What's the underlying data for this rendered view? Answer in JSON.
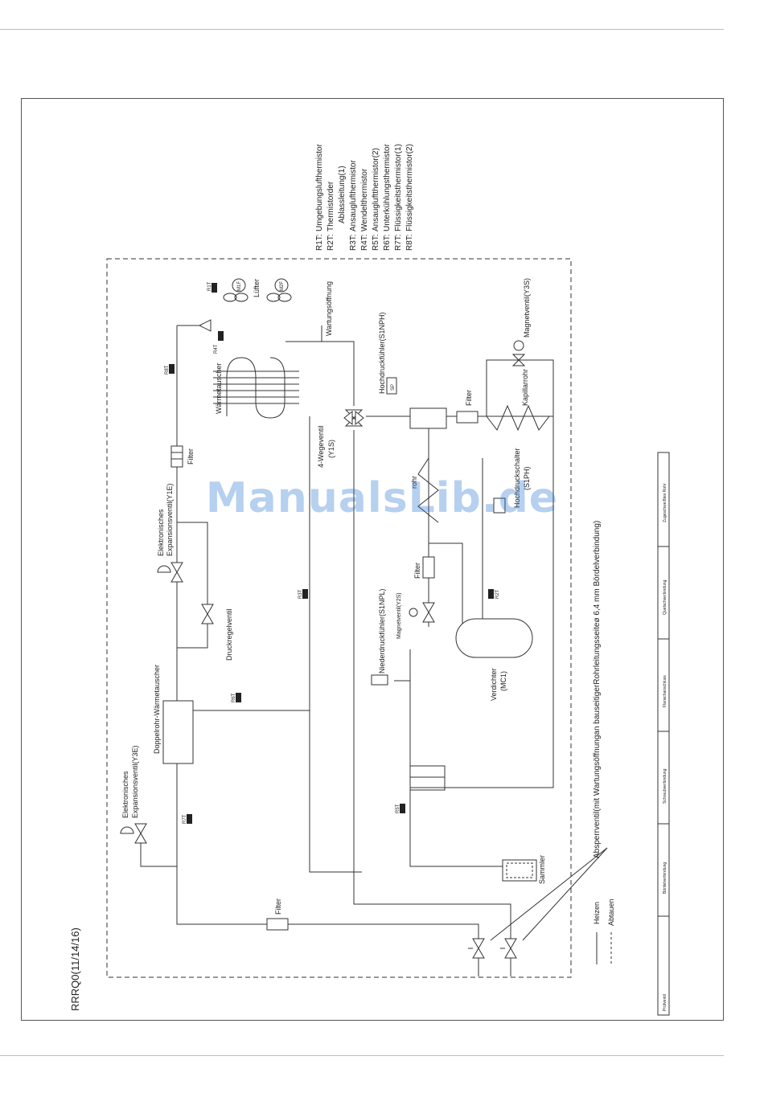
{
  "model_label": "RRRQ0(11/14/16)",
  "legend_thermistors": [
    {
      "code": "R1T:",
      "text": "Umgebungslufthermistor"
    },
    {
      "code": "R2T:",
      "text": "Thermistorder"
    },
    {
      "code": "",
      "text": "Ablassleitung(1)"
    },
    {
      "code": "R3T:",
      "text": "Ansauglufthermistor"
    },
    {
      "code": "R4T:",
      "text": "Wendelthermistor"
    },
    {
      "code": "R5T:",
      "text": "Ansaugluftthermistor(2)"
    },
    {
      "code": "R6T:",
      "text": "Unterkühlungsthermistor"
    },
    {
      "code": "R7T:",
      "text": "Flüssigkeitsthermistor(1)"
    },
    {
      "code": "R8T:",
      "text": "Flüssigkeitsthermistor(2)"
    }
  ],
  "components": {
    "fan": "Lüfter",
    "fan_m1": "M1F",
    "fan_m2": "M2F",
    "r1t": "R1T",
    "service_port": "Wartungsöffnung",
    "high_pressure_sensor": "Hochdruckfühler(S1NPH)",
    "magnet_valve_y3s": "Magnetventil(Y3S)",
    "heat_exchanger": "Wärmetauscher",
    "r4t": "R4T",
    "r8t": "R8T",
    "filter": "Filter",
    "capillary": "Kapillarrohr",
    "four_way_valve": "4-Wegeventil",
    "four_way_valve_code": "(Y1S)",
    "sp": "SP",
    "exp_valve_y1e_1": "Elektronisches",
    "exp_valve_y1e_2": "Expansionsventil(Y1E)",
    "high_pressure_switch_1": "Hochdruckschalter",
    "high_pressure_switch_2": "(S1PH)",
    "pipe_partial": "rohr",
    "pressure_reg_valve": "Druckregelventil",
    "r3t": "R3T",
    "r2t": "R2T",
    "low_pressure_sensor": "Niederdruckfühler(S1NPL)",
    "magnet_valve_y2s": "Magnetventil(Y2S)",
    "double_pipe_hx": "Doppelrohr-Wärmetauscher",
    "r6t": "R6T",
    "compressor_1": "Verdichter",
    "compressor_2": "(MC1)",
    "exp_valve_y3e_1": "Elektronisches",
    "exp_valve_y3e_2": "Expansionsventil(Y3E)",
    "r7t": "R7T",
    "r5t": "R5T",
    "accumulator": "Sammler",
    "stop_valve": "Absperrventil(mit Wartungsöffnungan bauseitigerRohrleitungsseiteø 6,4 mm Bördelverbindung)",
    "heating": "Heizen",
    "defrost": "Abtauen"
  },
  "symbol_legend": [
    "Prüfventil",
    "Bördelverbindung",
    "Schraubverbindung",
    "Flanschanschluss",
    "Quetschverbindung",
    "Zugeschweißtes Rohr"
  ],
  "watermark": "ManualsLib.de"
}
